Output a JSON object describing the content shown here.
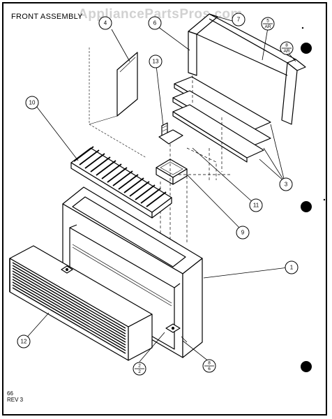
{
  "title": "FRONT ASSEMBLY",
  "watermark": "AppliancePartsPros.com",
  "footer": {
    "line1": "66",
    "line2": "REV 3"
  },
  "callouts": {
    "c1": "1",
    "c2_top": "2",
    "c2_bottom": "2",
    "c3": "3",
    "c4": "4",
    "c5_top": "5",
    "c5_bottom": "AR",
    "c6": "6",
    "c7": "7",
    "c8_top": "8",
    "c8_bottom": "AR",
    "c8b_top": "8",
    "c8b_bottom": "6",
    "c9": "9",
    "c10": "10",
    "c11": "11",
    "c12": "12",
    "c13": "13"
  }
}
